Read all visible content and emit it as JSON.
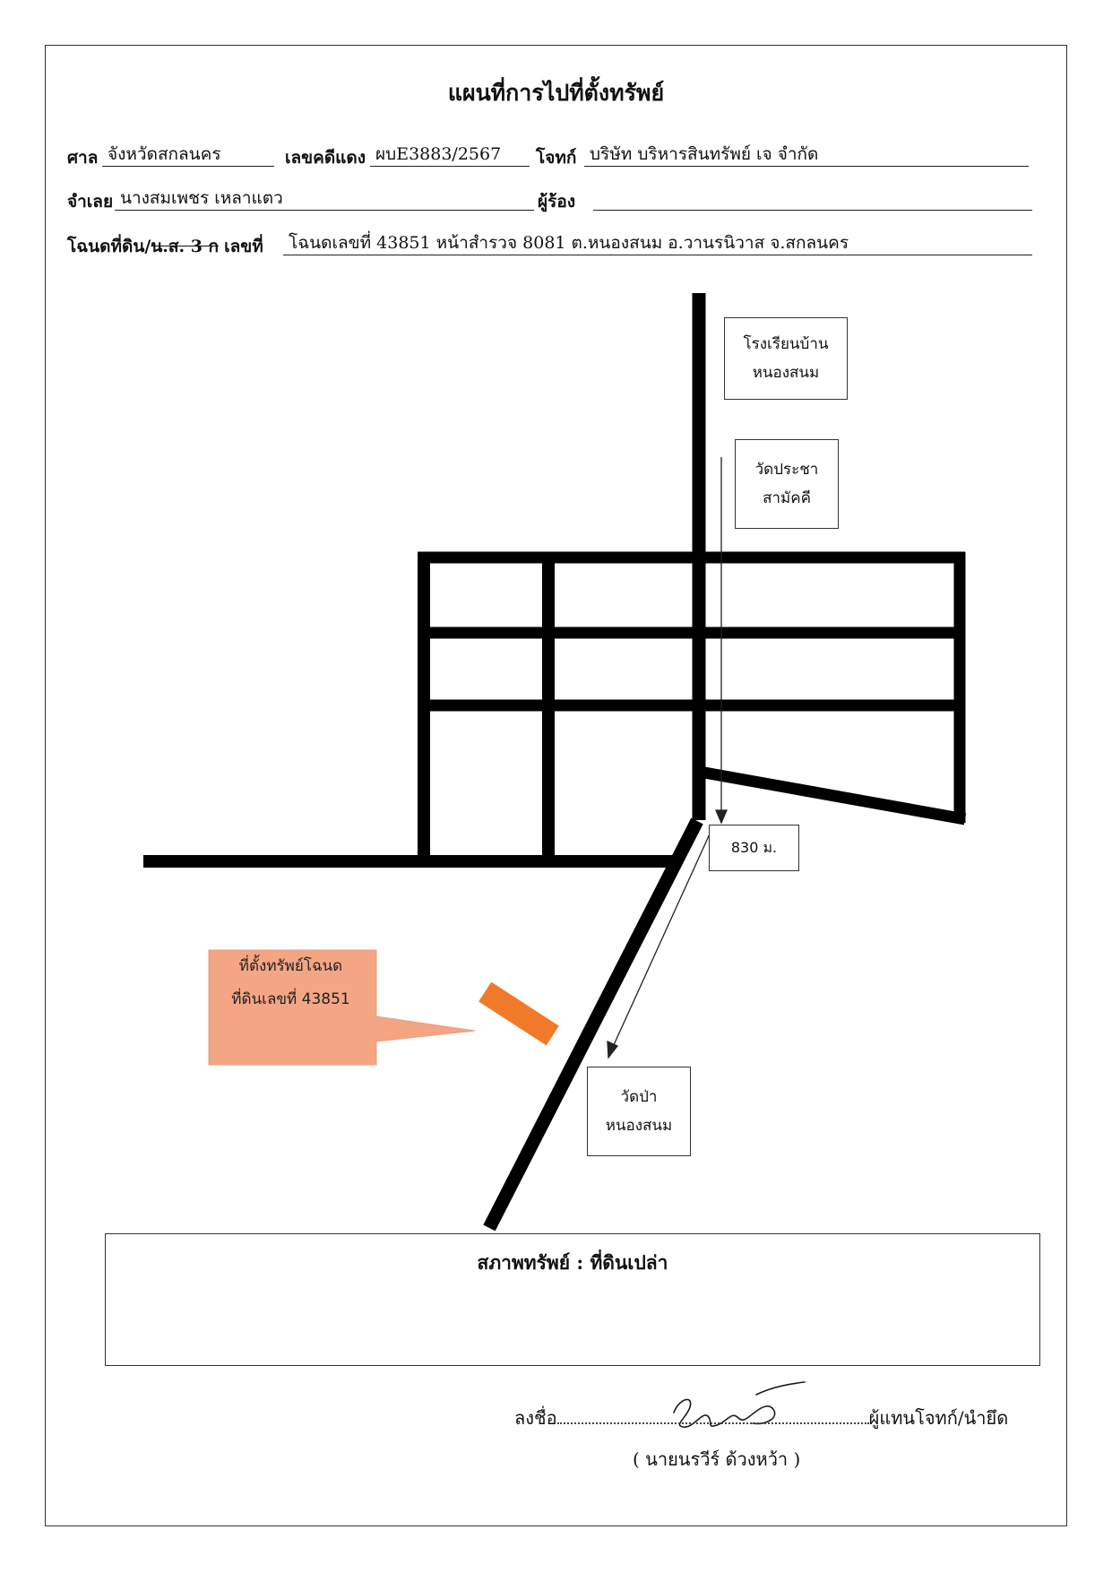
{
  "document": {
    "title": "แผนที่การไปที่ตั้งทรัพย์",
    "court_label": "ศาล",
    "court_value": "จังหวัดสกลนคร",
    "case_label": "เลขคดีแดง",
    "case_value": "ผบE3883/2567",
    "plaintiff_label": "โจทก์",
    "plaintiff_value": "บริษัท บริหารสินทรัพย์ เจ จำกัด",
    "defendant_label": "จำเลย",
    "defendant_value": "นางสมเพชร เหลาแตว",
    "petitioner_label": "ผู้ร้อง",
    "petitioner_value": "",
    "deed_label_a": "โฉนดที่ดิน/",
    "deed_label_strike": "น.ส. 3 ก",
    "deed_label_b": "เลขที่",
    "deed_value": "โฉนดเลขที่ 43851 หน้าสำรวจ 8081 ต.หนองสนม อ.วานรนิวาส จ.สกลนคร"
  },
  "map": {
    "school_line1": "โรงเรียนบ้าน",
    "school_line2": "หนองสนม",
    "temple_north_line1": "วัดประชา",
    "temple_north_line2": "สามัคคี",
    "distance_label": "830 ม.",
    "temple_south_line1": "วัดป่า",
    "temple_south_line2": "หนองสนม",
    "property_line1": "ที่ตั้งทรัพย์โฉนด",
    "property_line2": "ที่ดินเลขที่ 43851",
    "road_color": "#000000",
    "callout_color": "#f4a584",
    "marker_color": "#f07a2a"
  },
  "status": {
    "label": "สภาพทรัพย์ :  ที่ดินเปล่า"
  },
  "signature": {
    "sign_label": "ลงชื่อ",
    "role": "ผู้แทนโจทก์/นำยึด",
    "name": "( นายนรวีร์ ด้วงหว้า )"
  }
}
